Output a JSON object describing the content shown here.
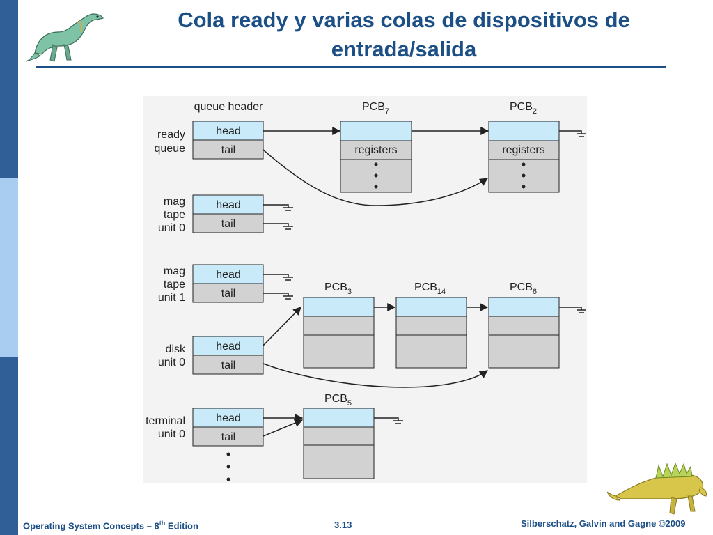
{
  "slide": {
    "title": "Cola ready y varias colas de dispositivos de entrada/salida",
    "footer_left_prefix": "Operating System Concepts – 8",
    "footer_left_sup": "th",
    "footer_left_suffix": " Edition",
    "page_number": "3.13",
    "footer_right": "Silberschatz, Galvin and Gagne ©2009"
  },
  "diagram": {
    "header_label": "queue header",
    "head_label": "head",
    "tail_label": "tail",
    "queues": [
      {
        "id": "ready",
        "lines": [
          "ready",
          "queue"
        ]
      },
      {
        "id": "tape0",
        "lines": [
          "mag",
          "tape",
          "unit 0"
        ]
      },
      {
        "id": "tape1",
        "lines": [
          "mag",
          "tape",
          "unit 1"
        ]
      },
      {
        "id": "disk0",
        "lines": [
          "disk",
          "unit 0"
        ]
      },
      {
        "id": "term0",
        "lines": [
          "terminal",
          "unit 0"
        ]
      }
    ],
    "pcbs": [
      {
        "id": "pcb7",
        "base": "PCB",
        "sub": "7",
        "registers": "registers"
      },
      {
        "id": "pcb2",
        "base": "PCB",
        "sub": "2",
        "registers": "registers"
      },
      {
        "id": "pcb3",
        "base": "PCB",
        "sub": "3"
      },
      {
        "id": "pcb14",
        "base": "PCB",
        "sub": "14"
      },
      {
        "id": "pcb6",
        "base": "PCB",
        "sub": "6"
      },
      {
        "id": "pcb5",
        "base": "PCB",
        "sub": "5"
      }
    ]
  },
  "icons": {
    "top_dinosaur": "dinosaur-icon",
    "bottom_dinosaur": "stegosaurus-icon"
  }
}
